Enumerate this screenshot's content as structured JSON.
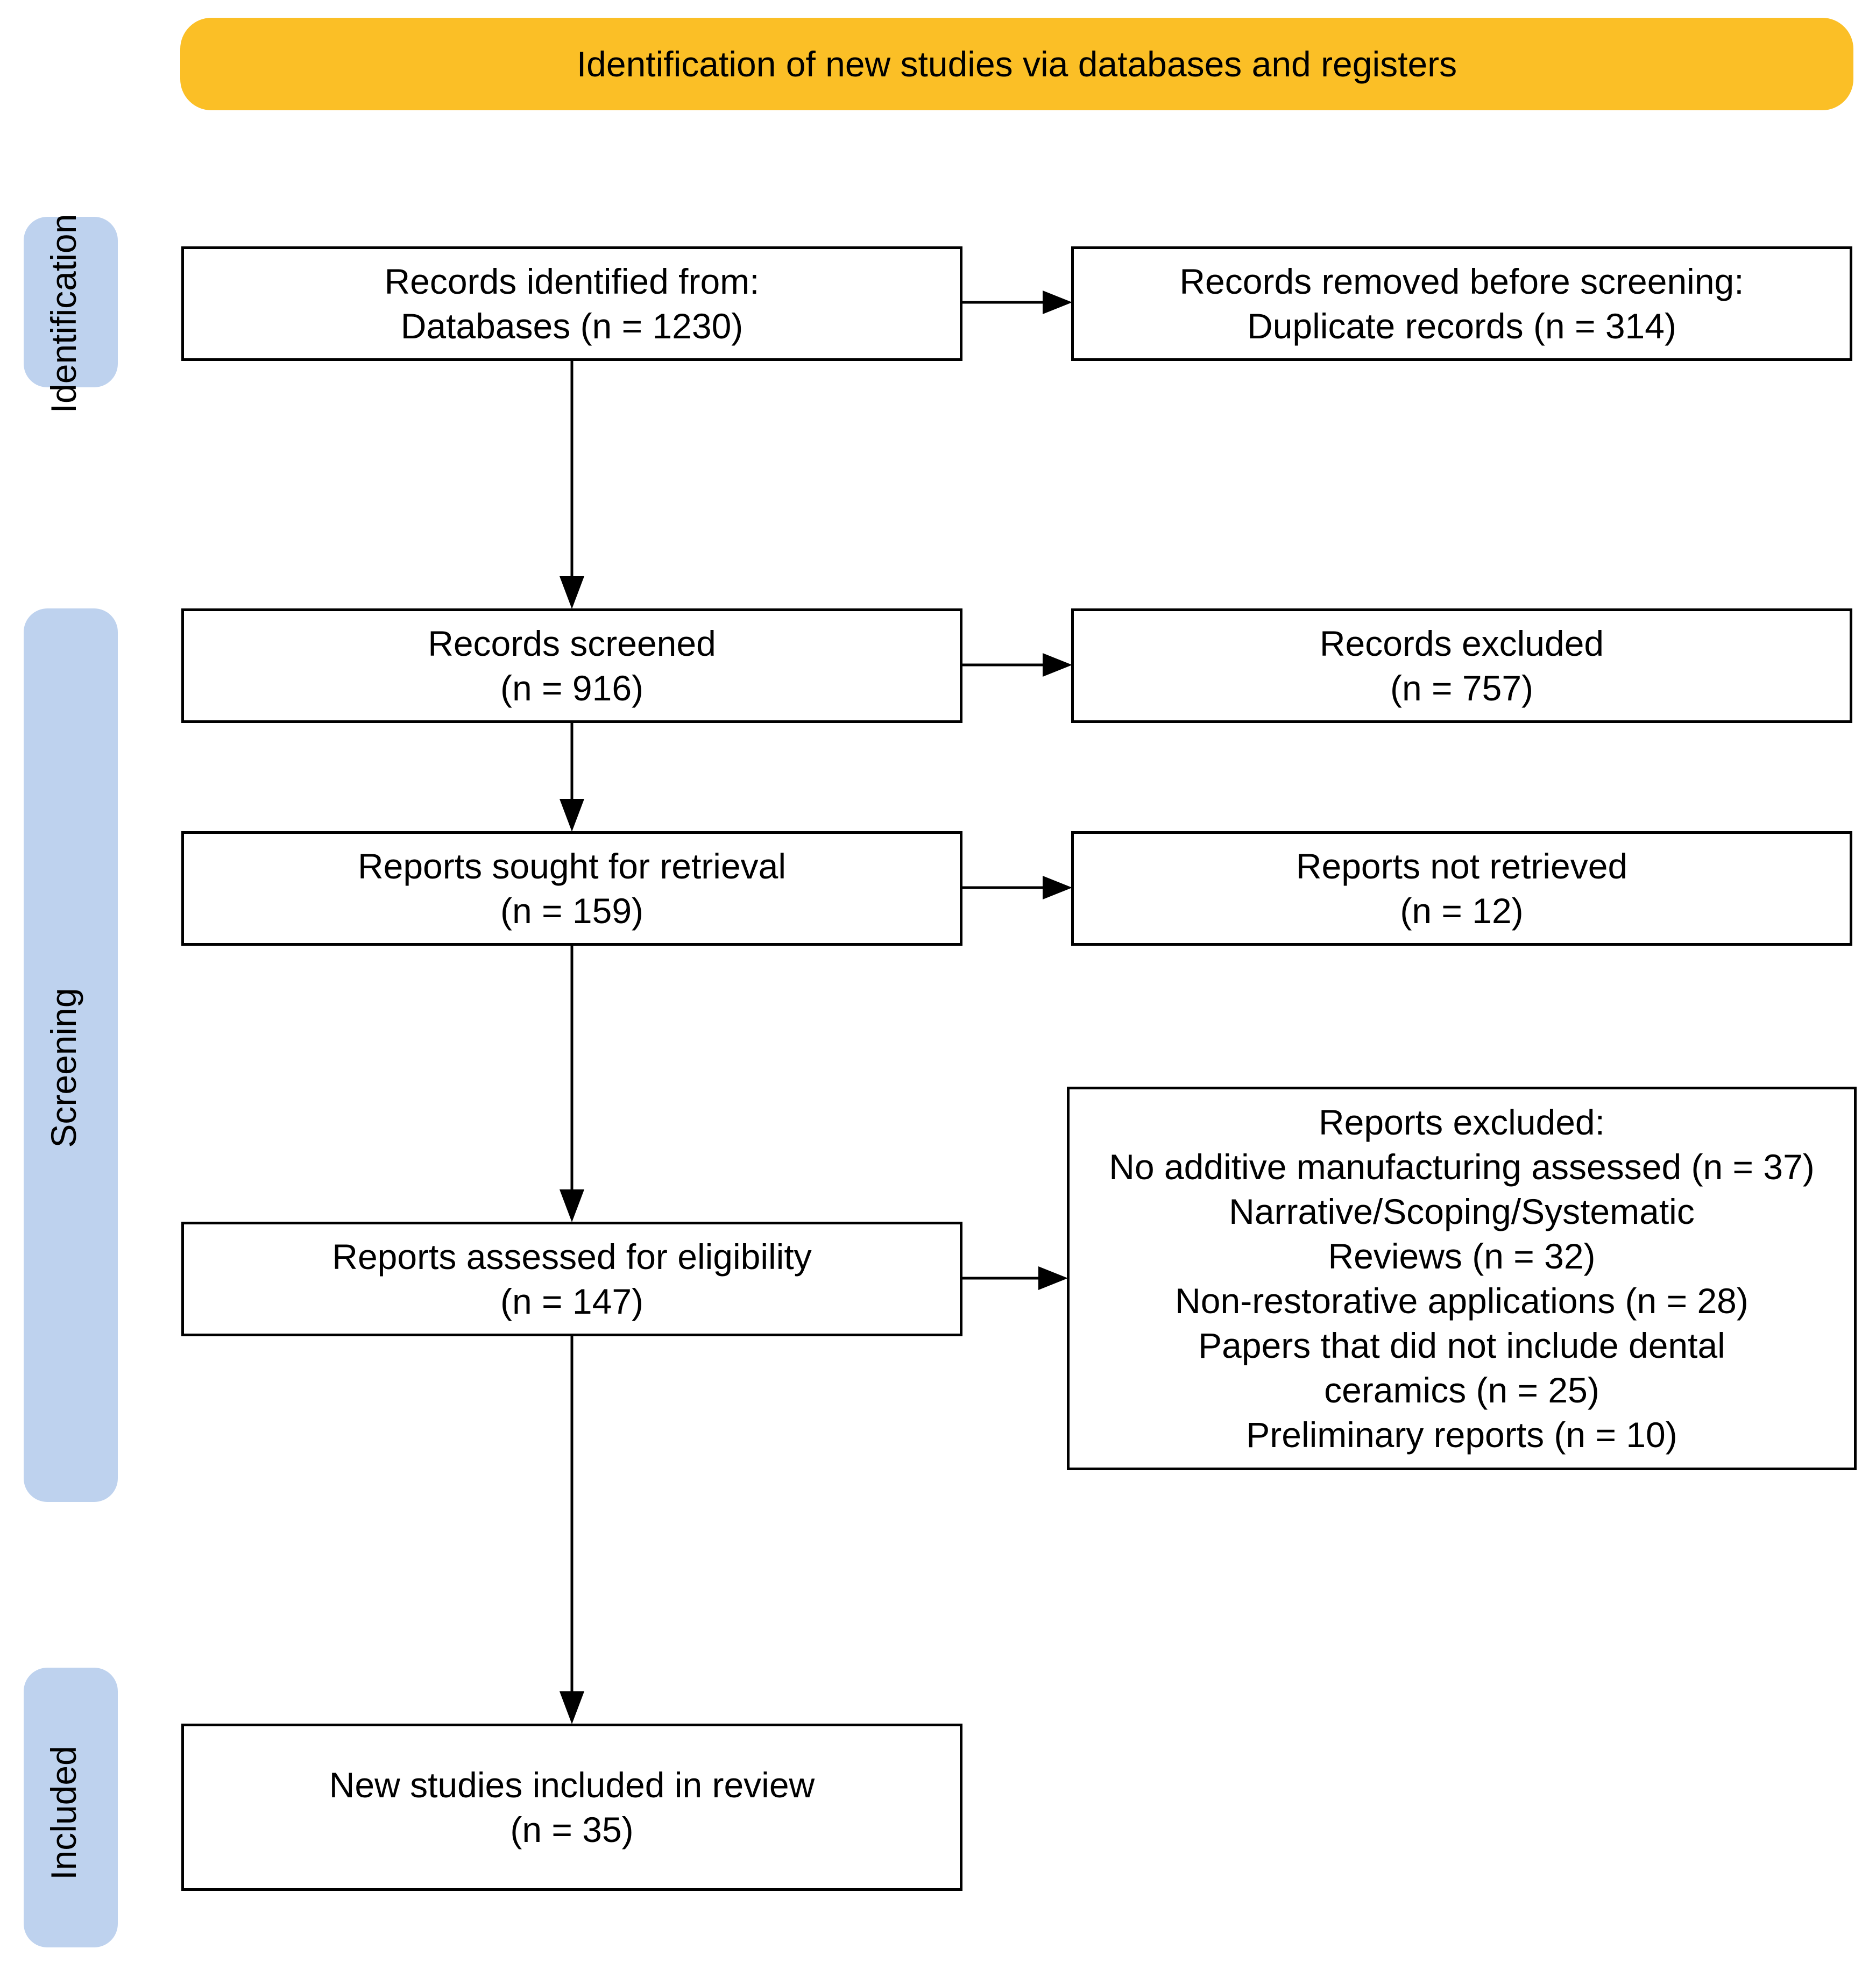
{
  "header": {
    "title": "Identification of new studies via databases and registers"
  },
  "phases": {
    "identification": "Identification",
    "screening": "Screening",
    "included": "Included"
  },
  "boxes": {
    "records_identified": {
      "line1": "Records identified from:",
      "line2": "Databases (n = 1230)"
    },
    "records_removed": {
      "line1": "Records removed before screening:",
      "line2": "Duplicate records (n = 314)"
    },
    "records_screened": {
      "line1": "Records screened",
      "line2": "(n = 916)"
    },
    "records_excluded": {
      "line1": "Records excluded",
      "line2": "(n = 757)"
    },
    "reports_sought": {
      "line1": "Reports sought for retrieval",
      "line2": "(n = 159)"
    },
    "reports_not_retrieved": {
      "line1": "Reports not retrieved",
      "line2": "(n = 12)"
    },
    "reports_assessed": {
      "line1": "Reports assessed for eligibility",
      "line2": "(n = 147)"
    },
    "reports_excluded": {
      "lines": [
        "Reports excluded:",
        "No additive manufacturing assessed (n = 37)",
        "Narrative/Scoping/Systematic",
        "Reviews (n = 32)",
        "Non-restorative applications (n = 28)",
        "Papers that did not include dental",
        "ceramics (n = 25)",
        "Preliminary reports (n = 10)"
      ]
    },
    "included": {
      "line1": "New studies included in review",
      "line2": "(n = 35)"
    }
  },
  "colors": {
    "header": "#FBBF26",
    "phase_band": "#BED2EE",
    "line": "#000000"
  }
}
